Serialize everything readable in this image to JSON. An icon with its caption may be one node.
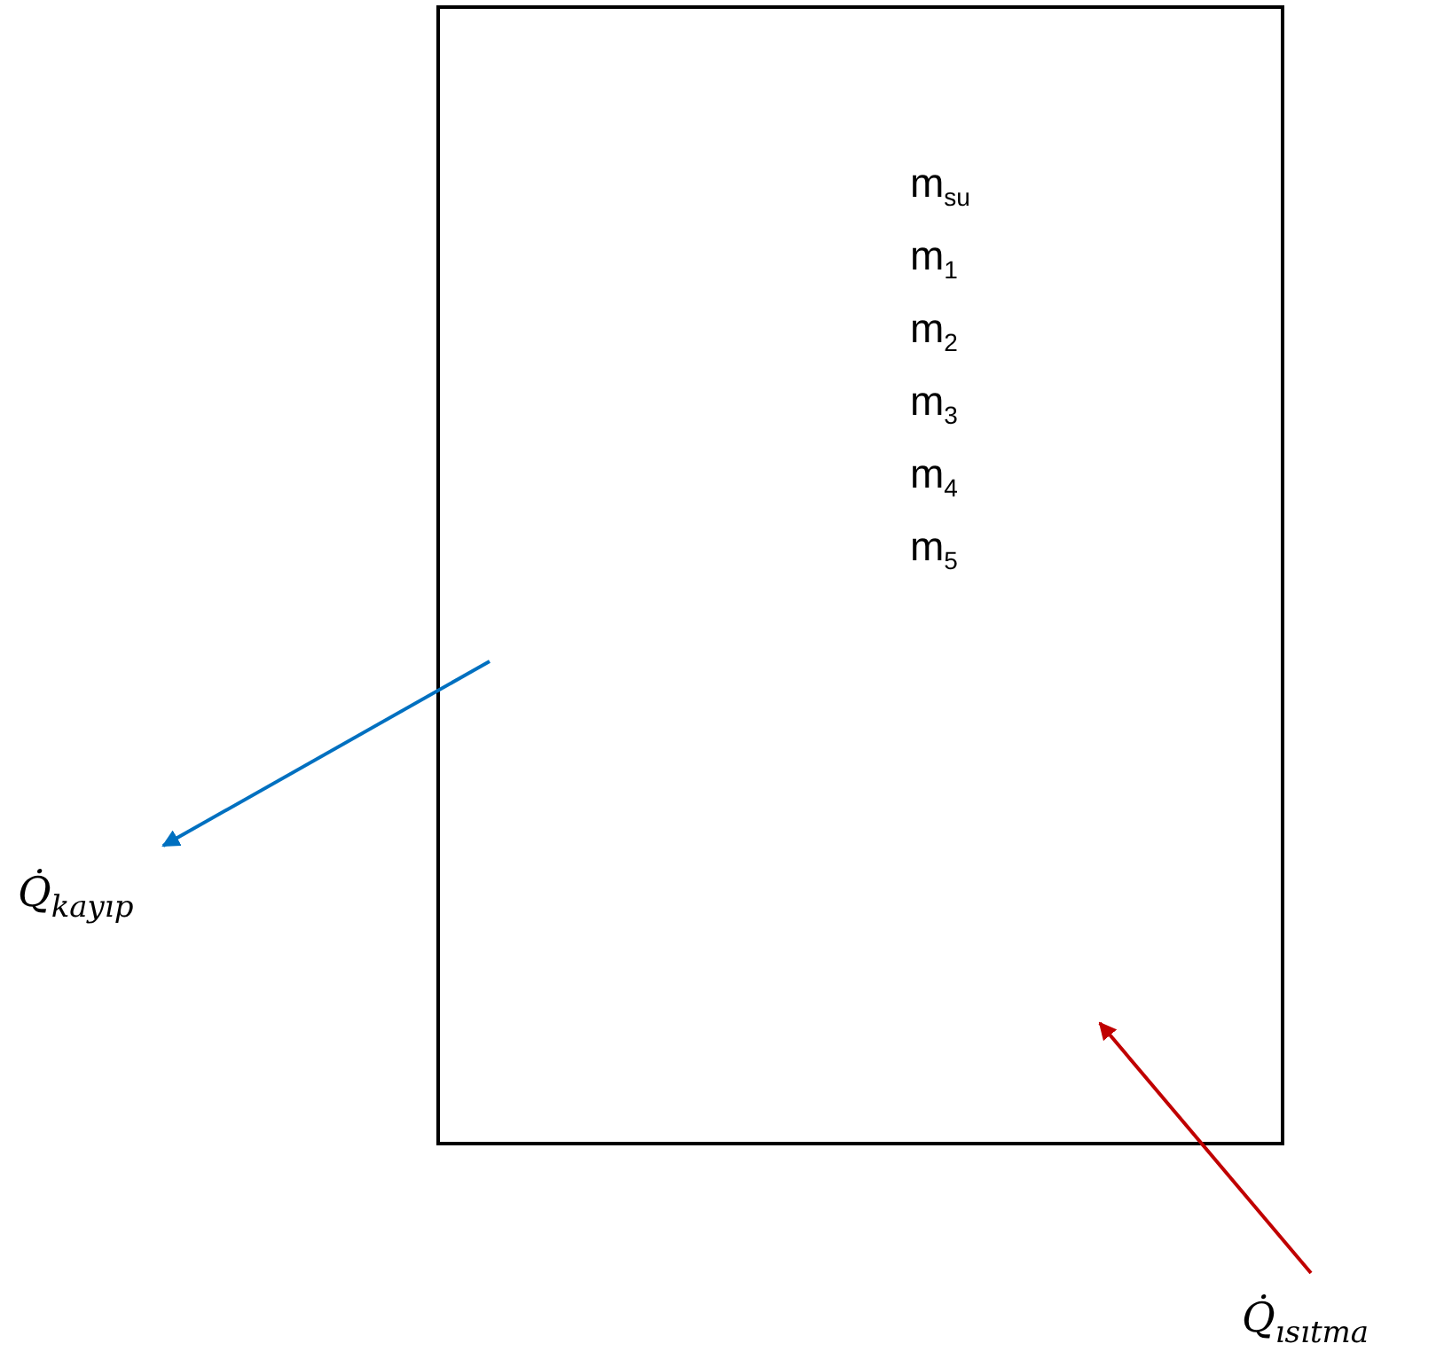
{
  "diagram": {
    "nodes": [
      {
        "text": [
          "m$_{su}$",
          "m$_{1}$",
          "m$_{2}$",
          "m$_{3}$",
          "m$_{4}$",
          "m$_{5}$"
        ]
      },
      {
        "text": [
          "Q̇$_{kayıp}$"
        ]
      },
      {
        "text": [
          "Q̇$_{ısıtma}$"
        ]
      }
    ],
    "edges": [
      {
        "from": 0,
        "to": 1,
        "arrow": "to",
        "color": "#0070c0"
      },
      {
        "from": 2,
        "to": 0,
        "arrow": "to",
        "color": "#c00000"
      }
    ]
  }
}
